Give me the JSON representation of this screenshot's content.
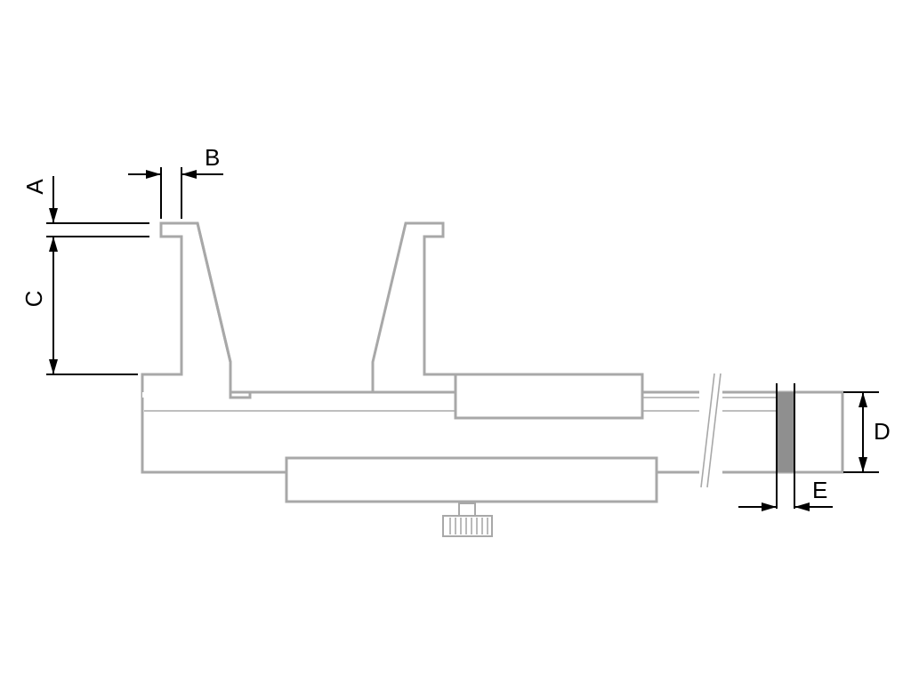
{
  "dimensions": {
    "A": "A",
    "B": "B",
    "C": "C",
    "D": "D",
    "E": "E"
  },
  "colors": {
    "outline": "#a8a8a8",
    "dimension": "#000000",
    "blade_fill": "#8f8f8f",
    "background": "#ffffff"
  }
}
